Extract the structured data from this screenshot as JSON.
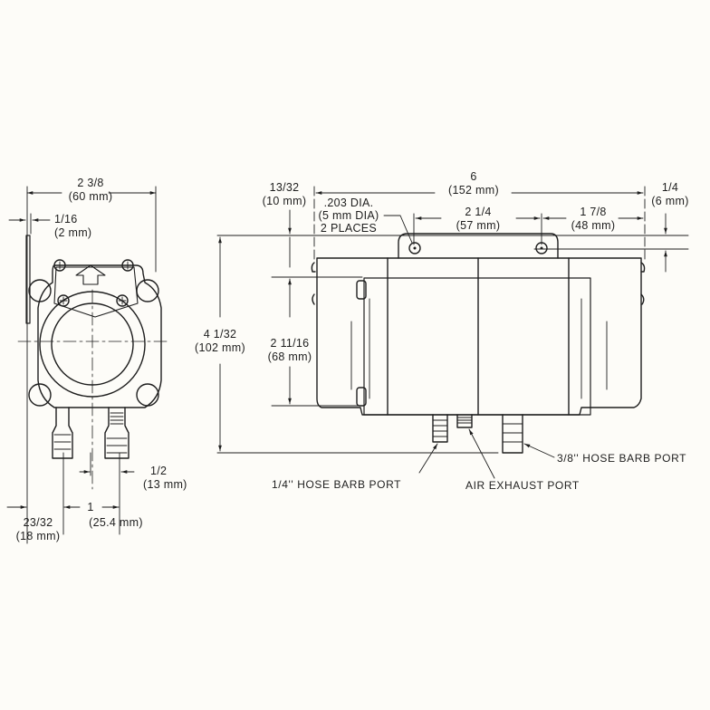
{
  "diagram": {
    "type": "technical-dimension-drawing",
    "views": [
      "end-view",
      "side-view"
    ],
    "line_color": "#1e1e1e",
    "background_color": "#fdfcf8"
  },
  "end_view": {
    "width": {
      "in": "2 3/8",
      "mm": "(60 mm)"
    },
    "bracket_thickness": {
      "in": "1/16",
      "mm": "(2 mm)"
    },
    "port_offset": {
      "in": "1/2",
      "mm": "(13 mm)"
    },
    "port_spacing": {
      "in": "1",
      "mm": "(25.4 mm)"
    },
    "edge_to_port": {
      "in": "23/32",
      "mm": "(18 mm)"
    }
  },
  "side_view": {
    "length": {
      "in": "6",
      "mm": "(152 mm)"
    },
    "bracket_height": {
      "in": "13/32",
      "mm": "(10 mm)"
    },
    "hole": {
      "line1": ".203 DIA.",
      "line2": "(5 mm DIA)",
      "line3": "2 PLACES"
    },
    "hole_spacing": {
      "in": "2 1/4",
      "mm": "(57 mm)"
    },
    "hole_to_end": {
      "in": "1 7/8",
      "mm": "(48 mm)"
    },
    "hole_offset": {
      "in": "1/4",
      "mm": "(6 mm)"
    },
    "overall_height": {
      "in": "4 1/32",
      "mm": "(102 mm)"
    },
    "body_height": {
      "in": "2 11/16",
      "mm": "(68 mm)"
    }
  },
  "callouts": {
    "port_quarter": "1/4'' HOSE BARB PORT",
    "air_exhaust": "AIR EXHAUST PORT",
    "port_three_eighths": "3/8'' HOSE BARB PORT"
  }
}
